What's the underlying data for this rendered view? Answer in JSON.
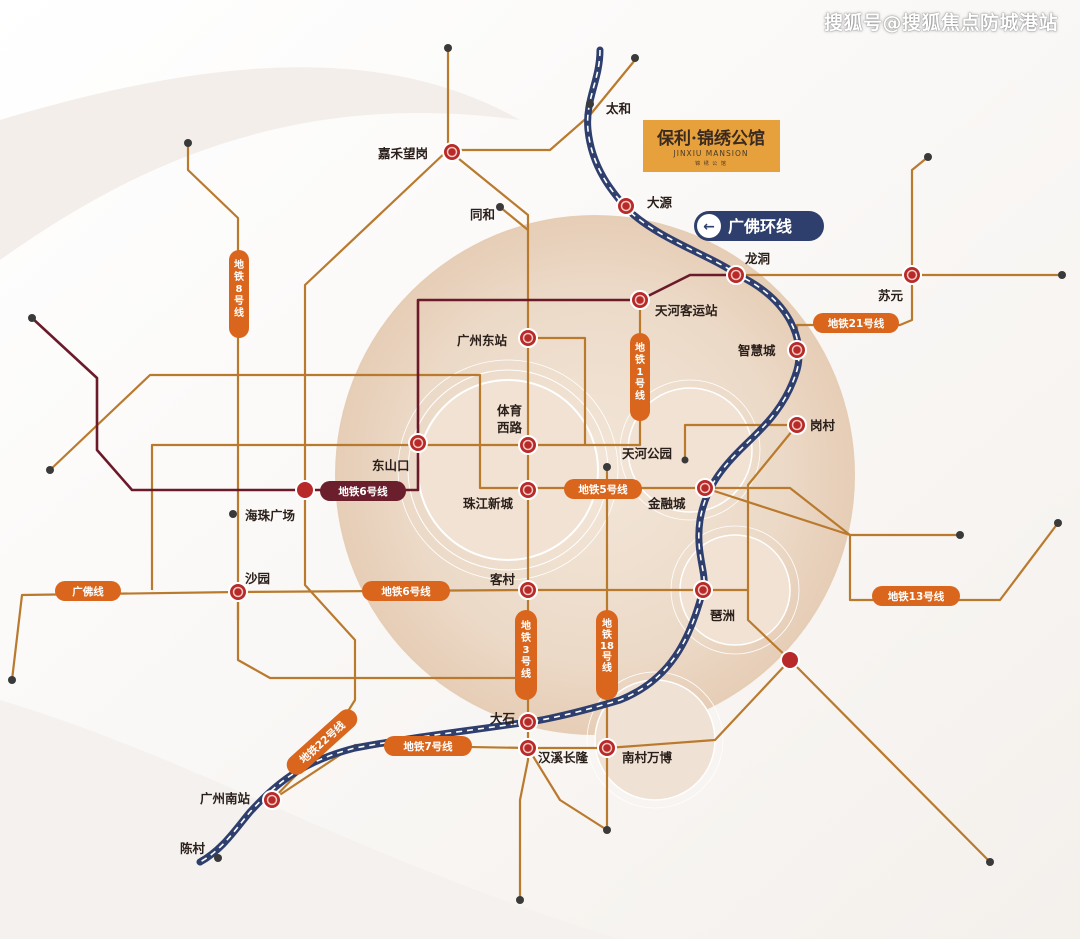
{
  "watermark": "搜狐号@搜狐焦点防城港站",
  "colors": {
    "metro_line": "#b97a2e",
    "line6": "#6b1a2a",
    "guangfo_ring": "#2e3f6e",
    "station_ring": "#b82a2a",
    "pill_orange": "#d9661c",
    "pill_dark": "#6b1f2c",
    "logo_bg": "#e6a03c",
    "zone": "#e9d6c4"
  },
  "project_logo": {
    "chinese": "保利·锦绣公馆",
    "english": "JINXIU MANSION",
    "sub": "锦 绣 公 馆"
  },
  "guangfo_badge": {
    "arrow": "←",
    "label": "广佛环线"
  },
  "stations": [
    {
      "id": "taihe",
      "name": "太和",
      "icon": "station-dot"
    },
    {
      "id": "jiahewangang",
      "name": "嘉禾望岗",
      "icon": "interchange"
    },
    {
      "id": "dayuan",
      "name": "大源",
      "icon": "interchange"
    },
    {
      "id": "tonghe",
      "name": "同和",
      "icon": "station-dot"
    },
    {
      "id": "longdong",
      "name": "龙洞",
      "icon": "interchange"
    },
    {
      "id": "suyuan",
      "name": "苏元",
      "icon": "interchange"
    },
    {
      "id": "tianhekeyunzhan",
      "name": "天河客运站",
      "icon": "interchange"
    },
    {
      "id": "guangzhoudongzhan",
      "name": "广州东站",
      "icon": "interchange"
    },
    {
      "id": "zhihuicheng",
      "name": "智慧城",
      "icon": "interchange"
    },
    {
      "id": "tiyuxilu",
      "name": "体育\n西路",
      "icon": "interchange"
    },
    {
      "id": "gangcun",
      "name": "岗村",
      "icon": "interchange"
    },
    {
      "id": "tianhegongyuan",
      "name": "天河公园",
      "icon": "station-dot"
    },
    {
      "id": "dongshankou",
      "name": "东山口",
      "icon": "interchange"
    },
    {
      "id": "jinrongcheng",
      "name": "金融城",
      "icon": "interchange"
    },
    {
      "id": "zhujiangxincheng",
      "name": "珠江新城",
      "icon": "interchange"
    },
    {
      "id": "haizhuguangchang",
      "name": "海珠广场",
      "icon": "station-dot"
    },
    {
      "id": "shayuan",
      "name": "沙园",
      "icon": "interchange"
    },
    {
      "id": "kecun",
      "name": "客村",
      "icon": "interchange"
    },
    {
      "id": "pazhou",
      "name": "琶洲",
      "icon": "interchange"
    },
    {
      "id": "dashi",
      "name": "大石",
      "icon": "interchange"
    },
    {
      "id": "hanxichanglong",
      "name": "汉溪长隆",
      "icon": "interchange"
    },
    {
      "id": "nancunwanbo",
      "name": "南村万博",
      "icon": "interchange"
    },
    {
      "id": "guangzhounanzhan",
      "name": "广州南站",
      "icon": "interchange"
    },
    {
      "id": "chencun",
      "name": "陈村",
      "icon": "station-dot"
    }
  ],
  "line_labels": {
    "line8": "地铁8号线",
    "line21": "地铁21号线",
    "line1": "地铁1号线",
    "line6": "地铁6号线",
    "line5": "地铁5号线",
    "line13": "地铁13号线",
    "guangfo": "广佛线",
    "line6b": "地铁6号线",
    "line3": "地铁3号线",
    "line18": "地铁18号线",
    "line7": "地铁7号线",
    "line22": "地铁22号线"
  }
}
